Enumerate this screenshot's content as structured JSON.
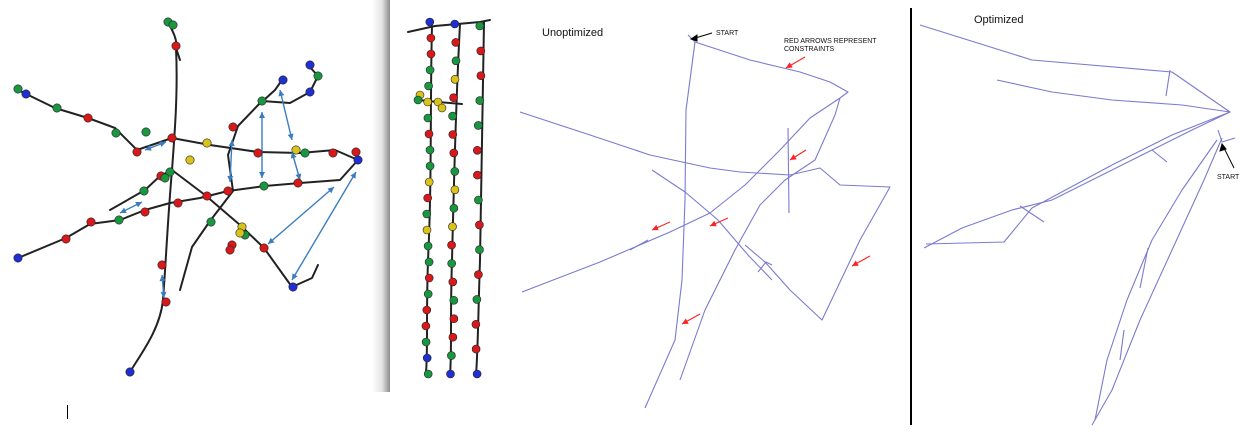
{
  "panels": {
    "unoptimized": {
      "title": "Unoptimized",
      "start_label": "START",
      "constraints_line1": "RED ARROWS REPRESENT",
      "constraints_line2": "CONSTRAINTS"
    },
    "optimized": {
      "title": "Optimized",
      "start_label": "START"
    }
  },
  "colors": {
    "trajectory": "#222222",
    "node_red": "#d7191c",
    "node_green": "#1a9641",
    "node_yellow": "#d9c21a",
    "node_blue": "#1f2fd1",
    "constraint_arrow": "#3a7dbf",
    "graph_line": "#7b7bd0",
    "constraint_red": "#ff2020"
  }
}
